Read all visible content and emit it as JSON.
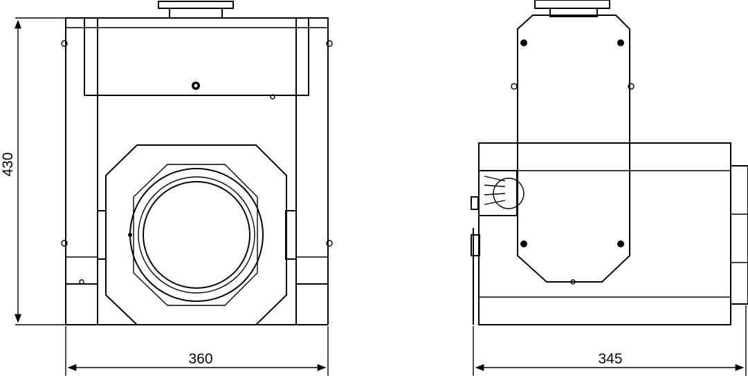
{
  "drawing": {
    "front_view": {
      "width_label": "360",
      "height_label": "430"
    },
    "side_view": {
      "depth_label": "345"
    }
  },
  "colors": {
    "line": "#000000",
    "background": "#ffffff"
  }
}
